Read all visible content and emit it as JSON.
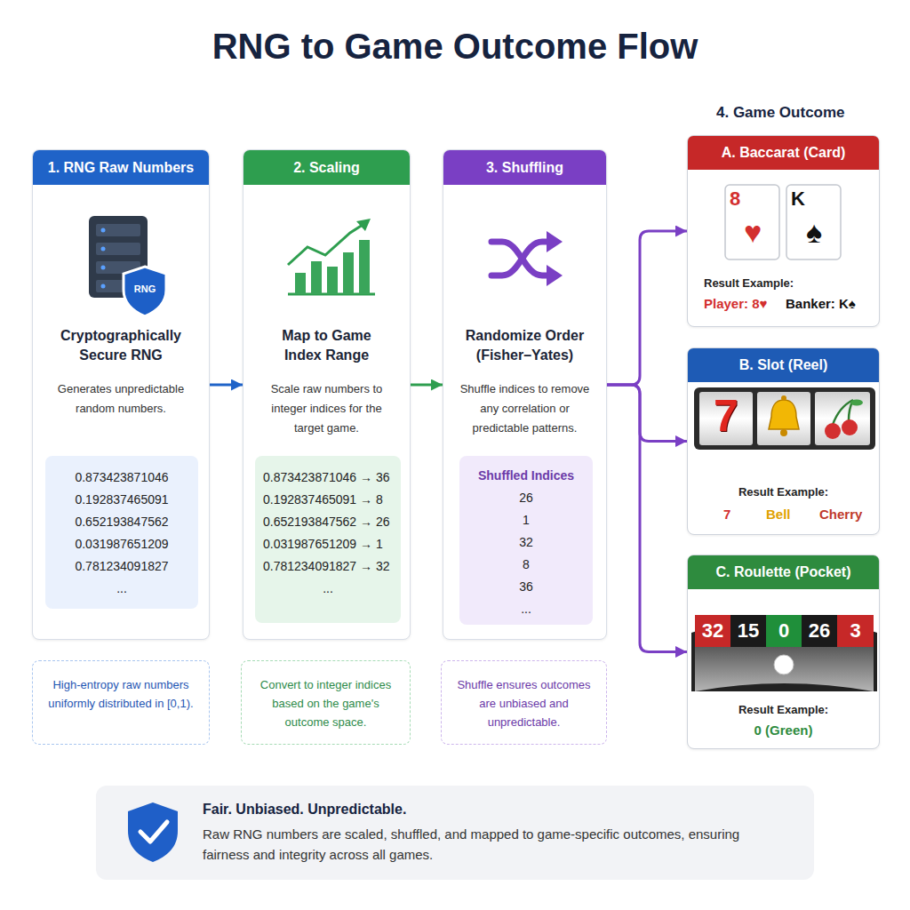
{
  "diagram": {
    "title": "RNG to Game Outcome Flow",
    "nodes": [
      {
        "text": [
          "1. RNG Raw Numbers",
          "Cryptographically Secure RNG",
          "Generates unpredictable random numbers."
        ]
      },
      {
        "text": [
          "0.873423871046",
          "0.192837465091",
          "0.652193847562",
          "0.031987651209",
          "0.781234091827",
          "..."
        ],
        "in": 0
      },
      {
        "text": [
          "High-entropy raw numbers uniformly distributed in [0,1)."
        ]
      },
      {
        "text": [
          "2. Scaling",
          "Map to Game Index Range",
          "Scale raw numbers to integer indices for the target game."
        ]
      },
      {
        "text": [
          "0.873423871046 → 36",
          "0.192837465091 → 8",
          "0.652193847562 → 26",
          "0.031987651209 → 1",
          "0.781234091827 → 32",
          "..."
        ],
        "in": 3
      },
      {
        "text": [
          "Convert to integer indices based on the game's outcome space."
        ]
      },
      {
        "text": [
          "3. Shuffling",
          "Randomize Order (Fisher–Yates)",
          "Shuffle indices to remove any correlation or predictable patterns."
        ]
      },
      {
        "text": [
          "Shuffled Indices",
          "26",
          "1",
          "32",
          "8",
          "36",
          "..."
        ],
        "in": 6
      },
      {
        "text": [
          "Shuffle ensures outcomes are unbiased and unpredictable."
        ]
      },
      {
        "text": [
          "A. Baccarat (Card)",
          "Result Example:",
          "Player: 8♥",
          "Banker: K♠"
        ]
      },
      {
        "text": [
          "B. Slot (Reel)",
          "Result Example:",
          "7",
          "Bell",
          "Cherry"
        ]
      },
      {
        "text": [
          "C. Roulette (Pocket)",
          "Result Example:",
          "0 (Green)"
        ]
      },
      {
        "text": [
          "Fair. Unbiased. Unpredictable.",
          "Raw RNG numbers are scaled, shuffled, and mapped to game-specific outcomes, ensuring fairness and integrity across all games."
        ]
      }
    ],
    "edges": [
      {
        "from": 0,
        "to": 3,
        "arrow": "to"
      },
      {
        "from": 3,
        "to": 6,
        "arrow": "to"
      },
      {
        "from": 6,
        "to": 9,
        "arrow": "to"
      },
      {
        "from": 6,
        "to": 10,
        "arrow": "to"
      },
      {
        "from": 6,
        "to": 11,
        "arrow": "to"
      }
    ],
    "labels": [
      "RNG",
      "4. Game Outcome",
      "8",
      "♥",
      "K",
      "♠",
      "7",
      "32",
      "15",
      "0",
      "26",
      "3"
    ]
  }
}
